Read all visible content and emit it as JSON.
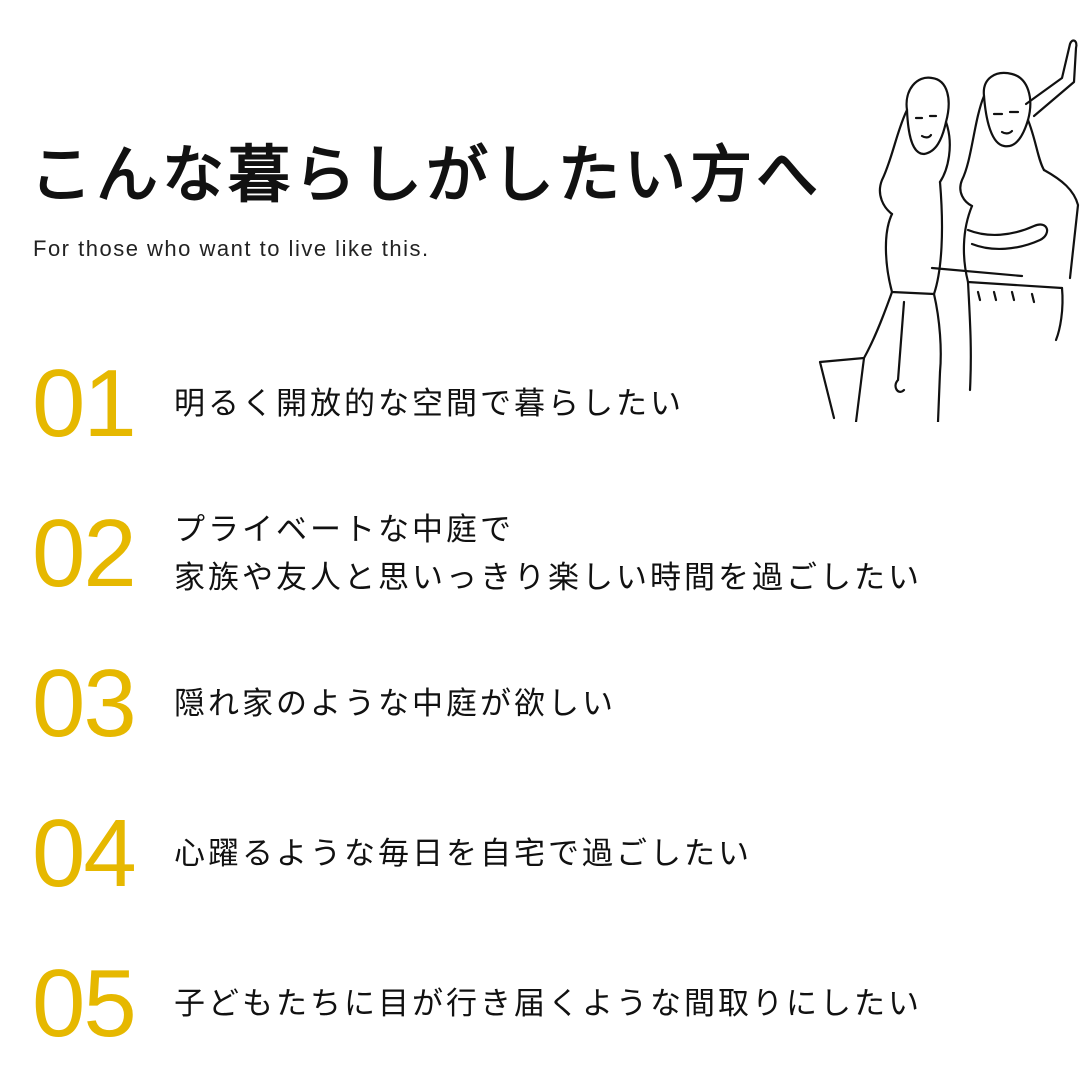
{
  "header": {
    "title": "こんな暮らしがしたい方へ",
    "subtitle": "For those who want to live like this."
  },
  "colors": {
    "accent": "#E6B800",
    "text": "#111111",
    "background": "#FFFFFF"
  },
  "illustration_icon": "two-women-line-drawing-icon",
  "items": [
    {
      "number": "01",
      "lines": [
        "明るく開放的な空間で暮らしたい"
      ]
    },
    {
      "number": "02",
      "lines": [
        "プライベートな中庭で",
        "家族や友人と思いっきり楽しい時間を過ごしたい"
      ]
    },
    {
      "number": "03",
      "lines": [
        "隠れ家のような中庭が欲しい"
      ]
    },
    {
      "number": "04",
      "lines": [
        "心躍るような毎日を自宅で過ごしたい"
      ]
    },
    {
      "number": "05",
      "lines": [
        "子どもたちに目が行き届くような間取りにしたい"
      ]
    }
  ]
}
